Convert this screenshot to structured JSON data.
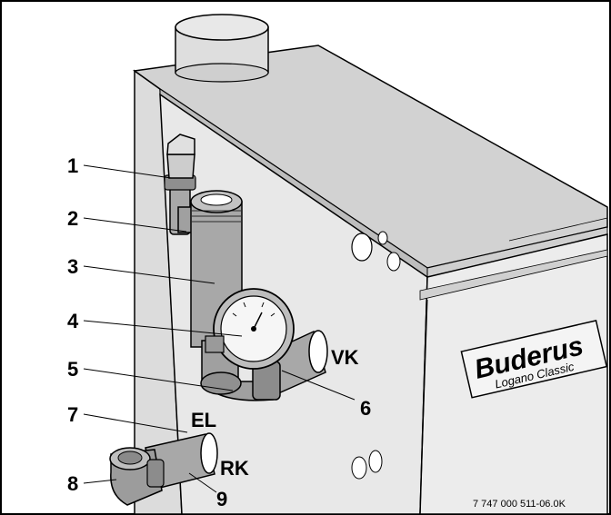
{
  "callouts": {
    "n1": "1",
    "n2": "2",
    "n3": "3",
    "n4": "4",
    "n5": "5",
    "n6": "6",
    "n7": "7",
    "n8": "8",
    "n9": "9"
  },
  "port_labels": {
    "vk": "VK",
    "el": "EL",
    "rk": "RK"
  },
  "brand_plate": {
    "name": "Buderus",
    "model": "Logano Classic"
  },
  "document_code": "7 747 000 511-06.0K",
  "colors": {
    "pipe_fill": "#a8a8a8",
    "boiler_fill": "#e6e6e6",
    "top_fill": "#d4d4d4",
    "outline": "#000000"
  }
}
